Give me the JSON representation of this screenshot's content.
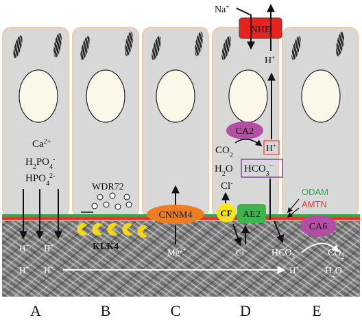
{
  "cell_labels": [
    "A",
    "B",
    "C",
    "D",
    "E"
  ],
  "ions": {
    "ca": "Ca",
    "ca_sup": "2+",
    "h2po4": "H",
    "h2po4_sub2": "2",
    "h2po4_po": "PO",
    "h2po4_sub4": "4",
    "h2po4_sup": "-",
    "hpo4": "HPO",
    "hpo4_sub": "4",
    "hpo4_sup": "2-",
    "h_plus": "H",
    "plus": "+",
    "mg": "Mg",
    "mg_sup": "2+",
    "cl": "Cl",
    "cl_sup": "-",
    "na": "Na",
    "co2": "CO",
    "co2_sub": "2",
    "h2o": "H",
    "h2o_sub": "2",
    "h2o_o": "O",
    "hco3": "HCO",
    "hco3_sub": "3",
    "hco3_sup": "−",
    "hco3_minus": "-"
  },
  "proteins": {
    "wdr72": "WDR72",
    "klk4": "KLK4",
    "cnnm4": "CNNM4",
    "cf": "CF",
    "ae2": "AE2",
    "ca2": "CA2",
    "ca6": "CA6",
    "nhe": "NHE",
    "odam": "ODAM",
    "amtn": "AMTN"
  },
  "colors": {
    "cell_fill": "#d8d8d8",
    "cell_border": "#f3c9a0",
    "nucleus": "#fbf8ea",
    "nhe": "#e8231f",
    "cnnm4": "#ee7d21",
    "cf": "#f7e51a",
    "ae2": "#3fb44a",
    "ca2": "#b24fa4",
    "ca6": "#b24fa4",
    "klk4": "#f3d81a",
    "odam": "#2ea84a",
    "amtn": "#e8372b",
    "hco3_box": "#7b3fa0",
    "h_box": "#e8372b",
    "enamel": "#8a8a8a"
  }
}
